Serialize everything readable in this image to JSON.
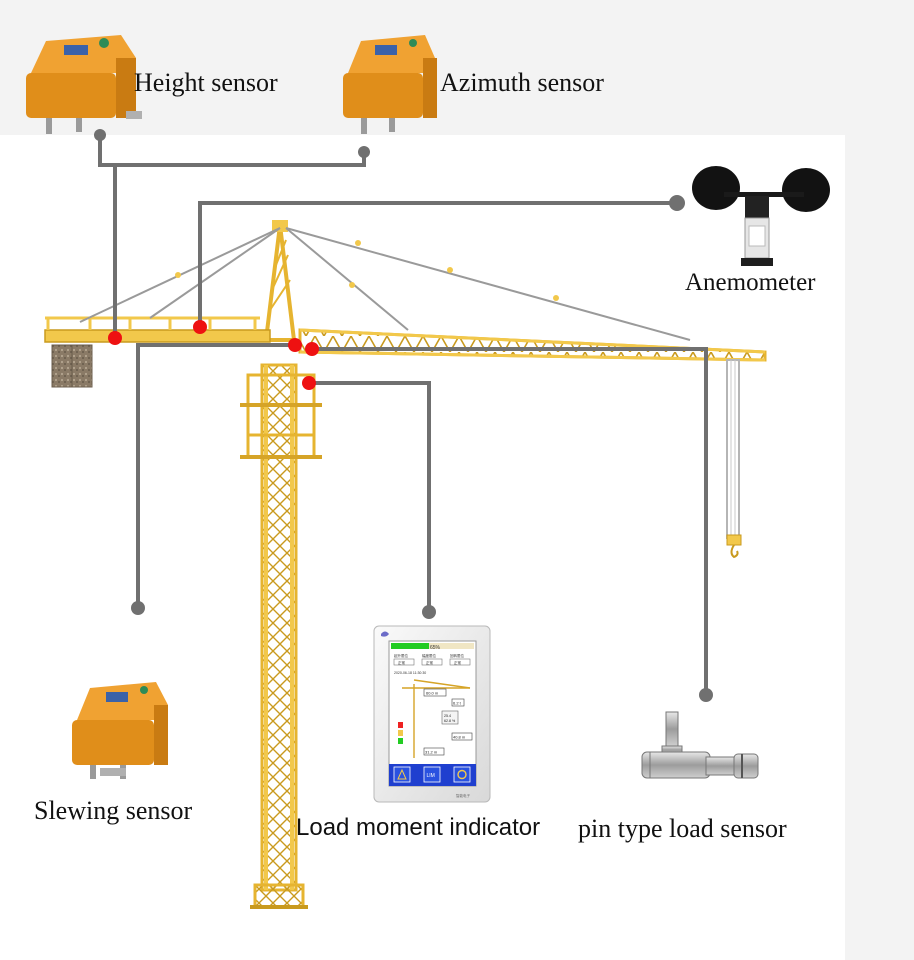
{
  "labels": {
    "height_sensor": "Height sensor",
    "azimuth_sensor": "Azimuth sensor",
    "anemometer": "Anemometer",
    "slewing_sensor": "Slewing sensor",
    "load_moment_indicator": "Load moment indicator",
    "pin_load_sensor": "pin type load sensor"
  },
  "screen": {
    "bar_value": "65%",
    "hdr_1": "起升限位",
    "hdr_2": "幅度限位",
    "hdr_3": "回转限位",
    "val_1": "正常",
    "val_2": "正常",
    "val_3": "正常",
    "date": "2020-06-18  11:30:30",
    "v_top": "60.0 m",
    "v_a": "6.2 t",
    "v_b": "25.4",
    "v_c": "62.8 %",
    "v_d": "40.8 m",
    "v_e": "31.2 m",
    "btn_mid": "LIM",
    "brand": "智能电子"
  },
  "colors": {
    "crane_yellow": "#f2c84b",
    "crane_edge": "#c99a1e",
    "sensor_orange": "#f0a232",
    "marker_red": "#ee1111",
    "connector_gray": "#707070",
    "screen_blue": "#1f3fcf",
    "screen_green": "#22cc22"
  }
}
